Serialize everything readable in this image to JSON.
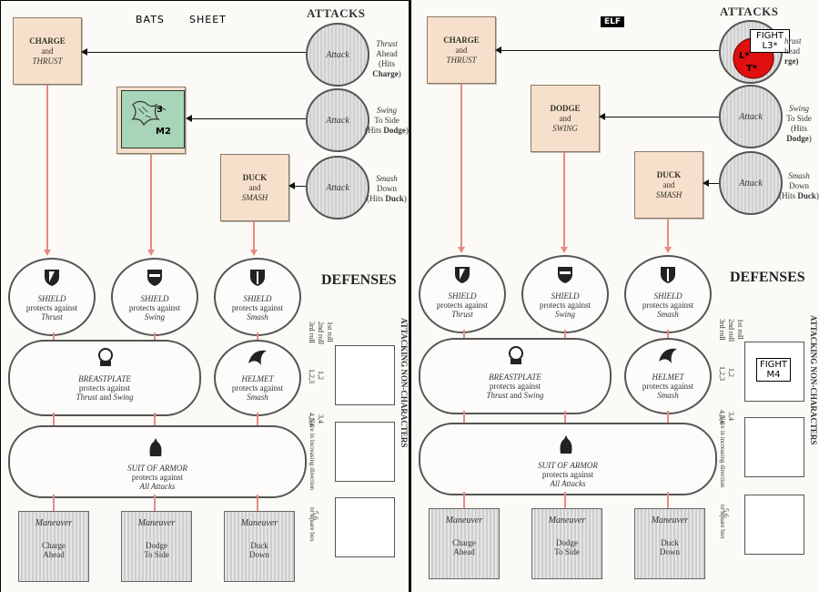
{
  "left": {
    "sheet_title_word1": "BATS",
    "sheet_title_word2": "SHEET",
    "attacks_header": "ATTACKS",
    "defenses_header": "DEFENSES",
    "boxes": {
      "charge": {
        "name": "CHARGE",
        "and": "and",
        "move": "THRUST"
      },
      "duck": {
        "name": "DUCK",
        "and": "and",
        "move": "SMASH"
      }
    },
    "counter": {
      "number": "3",
      "label": "M2"
    },
    "attacks": [
      {
        "label": "Attack",
        "line1": "Thrust",
        "line2": "Ahead",
        "line3a": "(Hits ",
        "line3b": "Charge",
        "line3c": ")"
      },
      {
        "label": "Attack",
        "line1": "Swing",
        "line2": "To Side",
        "line3a": "(Hits ",
        "line3b": "Dodge",
        "line3c": ")"
      },
      {
        "label": "Attack",
        "line1": "Smash",
        "line2": "Down",
        "line3a": "(Hits ",
        "line3b": "Duck",
        "line3c": ")"
      }
    ],
    "shields": [
      {
        "name": "SHIELD",
        "protects": "protects against",
        "vs": "Thrust"
      },
      {
        "name": "SHIELD",
        "protects": "protects against",
        "vs": "Swing"
      },
      {
        "name": "SHIELD",
        "protects": "protects against",
        "vs": "Smash"
      }
    ],
    "breastplate": {
      "name": "BREASTPLATE",
      "protects": "protects against",
      "vs1": "Thrust",
      "and": "and",
      "vs2": "Swing"
    },
    "helmet": {
      "name": "HELMET",
      "protects": "protects against",
      "vs": "Smash"
    },
    "suit": {
      "name": "SUIT OF ARMOR",
      "protects": "protects against",
      "vs": "All Attacks"
    },
    "maneuvers": [
      {
        "title": "Maneuver",
        "line1": "Charge",
        "line2": "Ahead"
      },
      {
        "title": "Maneuver",
        "line1": "Dodge",
        "line2": "To Side"
      },
      {
        "title": "Maneuver",
        "line1": "Duck",
        "line2": "Down"
      }
    ],
    "roll_labels": {
      "first": "1st roll",
      "second": "2nd roll",
      "third": "3rd roll",
      "r1": "1,2",
      "r2": "1,2,3",
      "r3": "3,4",
      "r4": "4,5,6",
      "r5": "5,6",
      "place": "place in increasing direction",
      "square": "to square box"
    },
    "attacking_header": "ATTACKING NON-CHARACTERS"
  },
  "right": {
    "elf_label": "ELF",
    "attacks_header": "ATTACKS",
    "defenses_header": "DEFENSES",
    "boxes": {
      "charge": {
        "name": "CHARGE",
        "and": "and",
        "move": "THRUST"
      },
      "dodge": {
        "name": "DODGE",
        "and": "and",
        "move": "SWING"
      },
      "duck": {
        "name": "DUCK",
        "and": "and",
        "move": "SMASH"
      }
    },
    "fight_top": {
      "line1": "FIGHT",
      "line2": "L3*"
    },
    "fight_box": {
      "line1": "FIGHT",
      "line2": "M4"
    },
    "partial_attack_text": {
      "line1": "hrust",
      "line2": "head",
      "line3": "rge)"
    },
    "red_counter_marks": [
      "L*",
      "T*"
    ],
    "attacks": [
      {
        "label": "Attack",
        "line1": "Swing",
        "line2": "To Side",
        "line3a": "(Hits ",
        "line3b": "Dodge",
        "line3c": ")"
      },
      {
        "label": "Attack",
        "line1": "Smash",
        "line2": "Down",
        "line3a": "(Hits ",
        "line3b": "Duck",
        "line3c": ")"
      }
    ],
    "shields": [
      {
        "name": "SHIELD",
        "protects": "protects against",
        "vs": "Thrust"
      },
      {
        "name": "SHIELD",
        "protects": "protects against",
        "vs": "Swing"
      },
      {
        "name": "SHIELD",
        "protects": "protects against",
        "vs": "Smash"
      }
    ],
    "breastplate": {
      "name": "BREASTPLATE",
      "protects": "protects against",
      "vs1": "Thrust",
      "and": "and",
      "vs2": "Swing"
    },
    "helmet": {
      "name": "HELMET",
      "protects": "protects against",
      "vs": "Smash"
    },
    "suit": {
      "name": "SUIT OF ARMOR",
      "protects": "protects against",
      "vs": "All Attacks"
    },
    "maneuvers": [
      {
        "title": "Maneuver",
        "line1": "Charge",
        "line2": "Ahead"
      },
      {
        "title": "Maneuver",
        "line1": "Dodge",
        "line2": "To Side"
      },
      {
        "title": "Maneuver",
        "line1": "Duck",
        "line2": "Down"
      }
    ],
    "roll_labels": {
      "first": "1st roll",
      "second": "2nd roll",
      "third": "3rd roll",
      "r1": "1,2",
      "r2": "1,2,3",
      "r3": "3,4",
      "r4": "4,5,6",
      "r5": "5,6",
      "place": "place in increasing direction",
      "square": "to square box"
    },
    "attacking_header": "ATTACKING NON-CHARACTERS"
  },
  "colors": {
    "box_fill": "#f6e0cc",
    "counter_green": "#a8d4b8",
    "red_counter": "#e01010",
    "arrow_pink": "#e88a80"
  }
}
